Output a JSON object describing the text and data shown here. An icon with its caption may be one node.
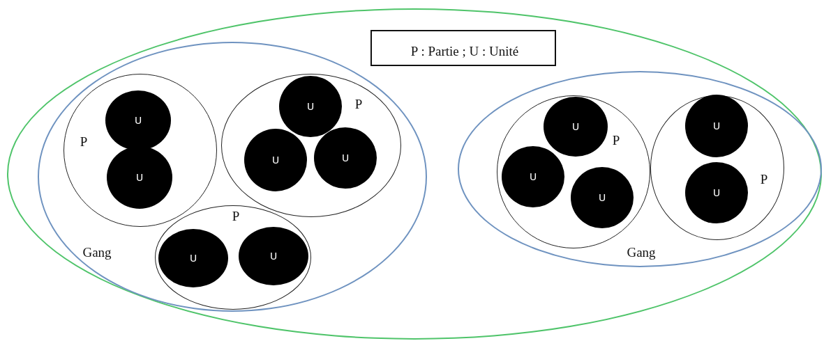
{
  "diagram": {
    "nodes": [
      {
        "text": [],
        "shape": "ellipse"
      },
      {
        "text": [
          "P : Partie ; U : Unité"
        ],
        "in": 0
      },
      {
        "text": [
          "Gang"
        ],
        "in": 0
      },
      {
        "text": [
          "P"
        ],
        "in": 2
      },
      {
        "text": [
          "U"
        ],
        "in": 3
      },
      {
        "text": [
          "U"
        ],
        "in": 3
      },
      {
        "text": [
          "P"
        ],
        "in": 2
      },
      {
        "text": [
          "U"
        ],
        "in": 6
      },
      {
        "text": [
          "U"
        ],
        "in": 6
      },
      {
        "text": [
          "U"
        ],
        "in": 6
      },
      {
        "text": [
          "P"
        ],
        "in": 2
      },
      {
        "text": [
          "U"
        ],
        "in": 10
      },
      {
        "text": [
          "U"
        ],
        "in": 10
      },
      {
        "text": [
          "Gang"
        ],
        "in": 0
      },
      {
        "text": [
          "P"
        ],
        "in": 13
      },
      {
        "text": [
          "U"
        ],
        "in": 14
      },
      {
        "text": [
          "U"
        ],
        "in": 14
      },
      {
        "text": [
          "U"
        ],
        "in": 14
      },
      {
        "text": [
          "P"
        ],
        "in": 13
      },
      {
        "text": [
          "U"
        ],
        "in": 18
      },
      {
        "text": [
          "U"
        ],
        "in": 18
      }
    ]
  }
}
